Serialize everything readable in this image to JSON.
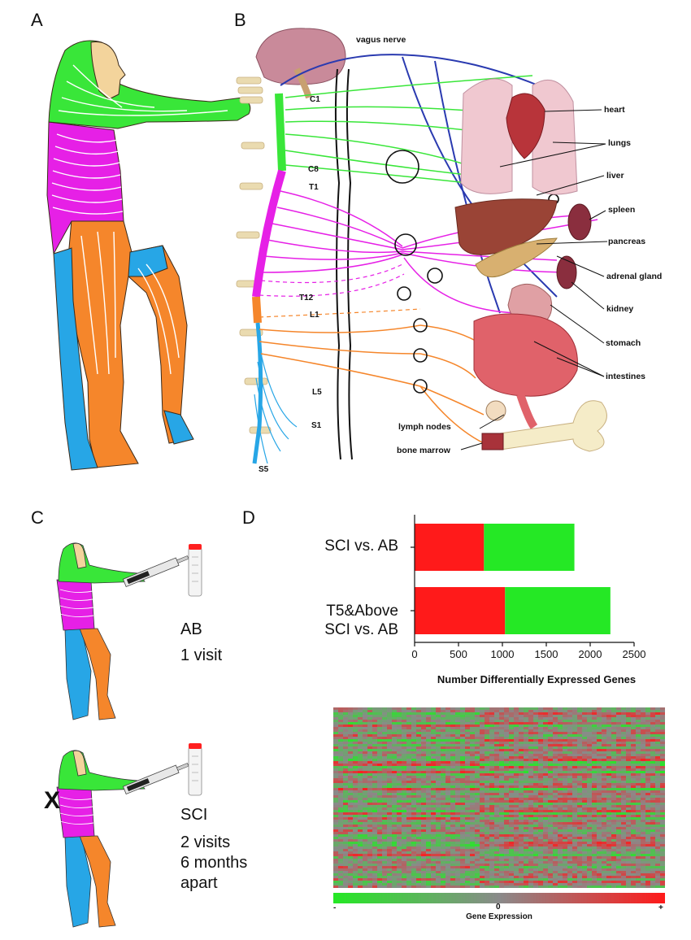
{
  "panels": {
    "a": "A",
    "b": "B",
    "c": "C",
    "d": "D"
  },
  "nervous_system": {
    "nerve_label": "vagus nerve",
    "segments": [
      "C1",
      "C8",
      "T1",
      "T12",
      "L1",
      "L5",
      "S1",
      "S5"
    ],
    "organs": [
      "heart",
      "lungs",
      "liver",
      "spleen",
      "pancreas",
      "adrenal gland",
      "kidney",
      "stomach",
      "intestines",
      "lymph nodes",
      "bone marrow"
    ]
  },
  "colors": {
    "cervical": "#39e639",
    "thoracic": "#e620e6",
    "lumbar": "#f5862b",
    "sacral": "#27a6e6",
    "sci_red": "#ff1a1a",
    "sci_green": "#25e825"
  },
  "groups": {
    "ab": {
      "label": "AB",
      "visits": "1 visit"
    },
    "sci": {
      "label": "SCI",
      "mark": "X",
      "visits_lines": [
        "2 visits",
        "6 months",
        "apart"
      ]
    }
  },
  "chart_data": [
    {
      "type": "bar",
      "orientation": "horizontal",
      "stacked": true,
      "categories": [
        "SCI vs. AB",
        "T5&Above SCI vs. AB"
      ],
      "category_lines": [
        [
          "SCI vs. AB"
        ],
        [
          "T5&Above",
          "SCI vs. AB"
        ]
      ],
      "series": [
        {
          "color": "#ff1a1a",
          "values": [
            790,
            1030
          ]
        },
        {
          "color": "#25e825",
          "values": [
            1030,
            1200
          ]
        }
      ],
      "xlabel": "Number Differentially Expressed Genes",
      "xlim": [
        0,
        2500
      ],
      "xticks": [
        0,
        500,
        1000,
        1500,
        2000,
        2500
      ]
    },
    {
      "type": "heatmap",
      "colorbar_label": "Gene Expression",
      "colorbar_ticks": [
        "-",
        "0",
        "+"
      ],
      "colormap": [
        "#25e825",
        "#8a8a8a",
        "#ff1a1a"
      ]
    }
  ]
}
